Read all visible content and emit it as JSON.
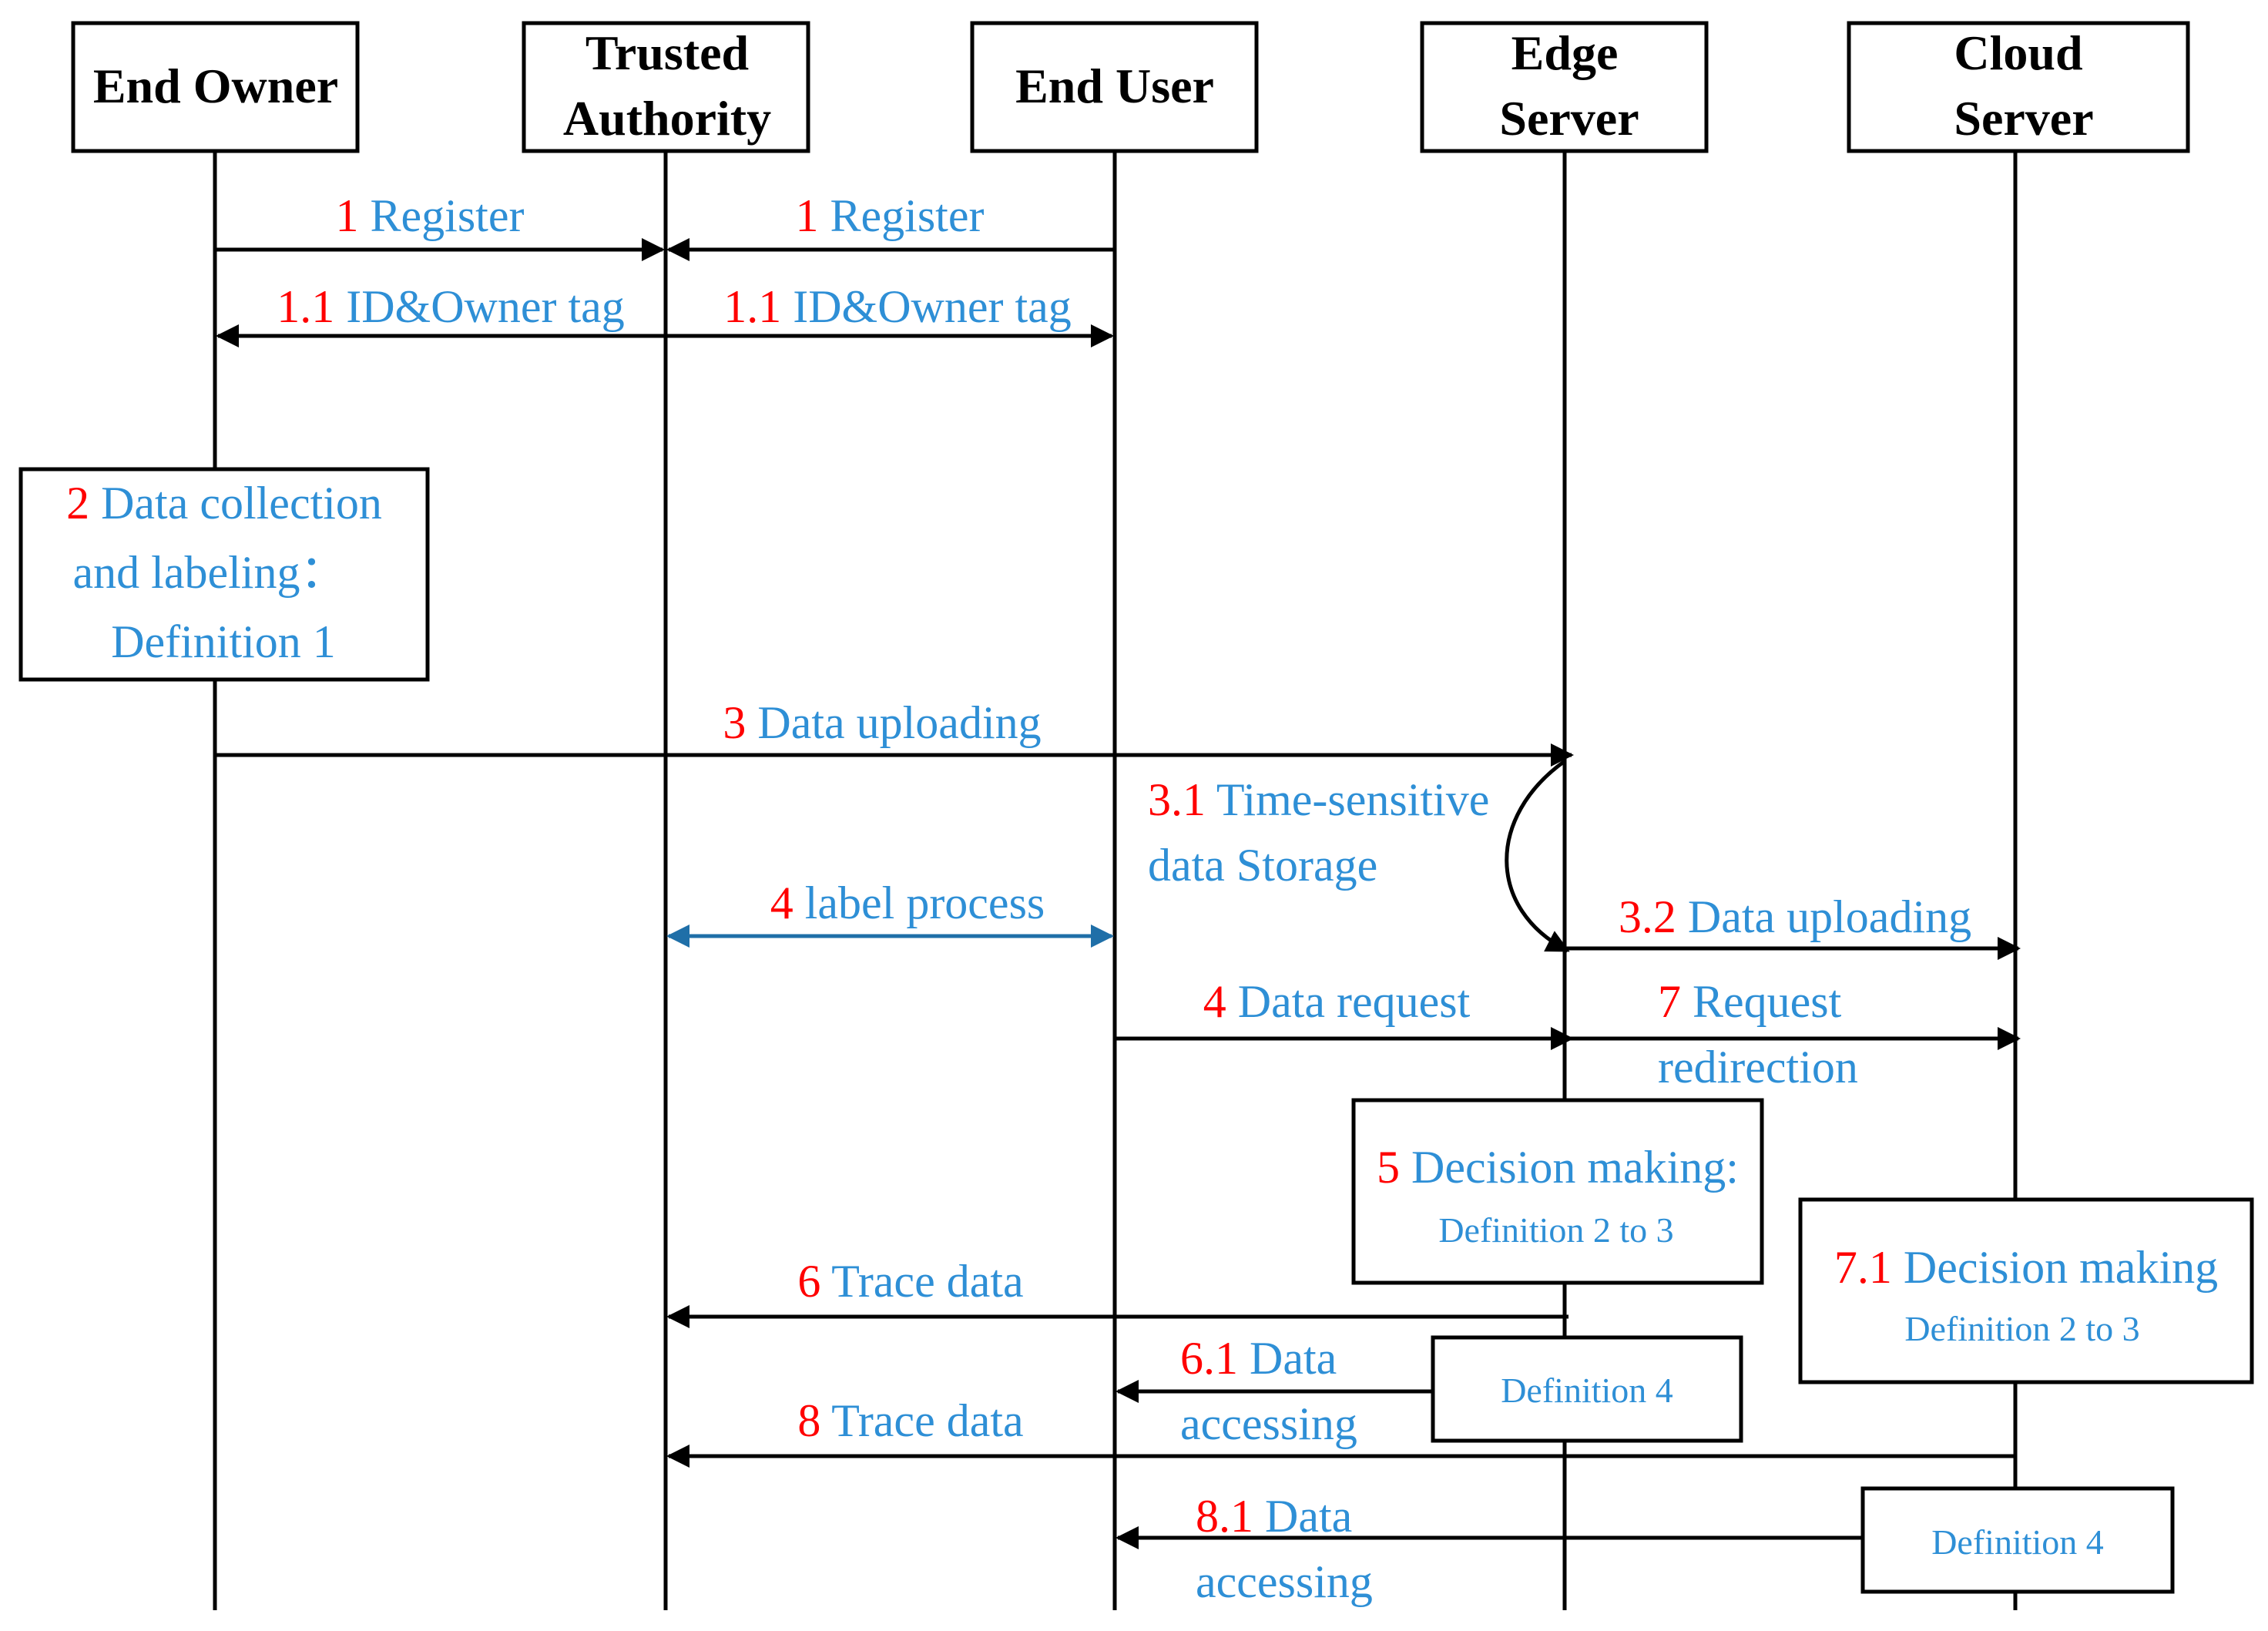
{
  "participants": [
    {
      "key": "end_owner",
      "lines": [
        "End Owner"
      ]
    },
    {
      "key": "trusted_authority",
      "lines": [
        "Trusted",
        "Authority"
      ]
    },
    {
      "key": "end_user",
      "lines": [
        "End User"
      ]
    },
    {
      "key": "edge_server",
      "lines": [
        "Edge",
        "Server"
      ]
    },
    {
      "key": "cloud_server",
      "lines": [
        "Cloud",
        "Server"
      ]
    }
  ],
  "messages": {
    "m1a": {
      "num": "1",
      "text": "Register"
    },
    "m1b": {
      "num": "1",
      "text": "Register"
    },
    "m11a": {
      "num": "1.1",
      "text": "ID&Owner tag"
    },
    "m11b": {
      "num": "1.1",
      "text": "ID&Owner tag"
    },
    "m3": {
      "num": "3",
      "text": "Data uploading"
    },
    "m31": {
      "num": "3.1",
      "text1": "Time-sensitive",
      "text2": "data Storage"
    },
    "m4a": {
      "num": "4",
      "text": "label process"
    },
    "m32": {
      "num": "3.2",
      "text": "Data uploading"
    },
    "m4b": {
      "num": "4",
      "text": "Data request"
    },
    "m7": {
      "num": "7",
      "text1": "Request",
      "text2": "redirection"
    },
    "m6": {
      "num": "6",
      "text": "Trace data"
    },
    "m61": {
      "num": "6.1",
      "text1": "Data",
      "text2": "accessing"
    },
    "m8": {
      "num": "8",
      "text": "Trace data"
    },
    "m81": {
      "num": "8.1",
      "text1": "Data",
      "text2": "accessing"
    }
  },
  "boxes": {
    "b2": {
      "num": "2",
      "line1": "Data collection",
      "line2": "and labeling：",
      "line3": "Definition 1"
    },
    "b5": {
      "num": "5",
      "line1": "Decision making:",
      "line2": "Definition 2 to 3"
    },
    "b71": {
      "num": "7.1",
      "line1": "Decision making",
      "line2": "Definition 2 to 3"
    },
    "b6d": {
      "line1": "Definition 4"
    },
    "b8d": {
      "line1": "Definition 4"
    }
  },
  "colors": {
    "step_number": "#ff0000",
    "label_text": "#2e8fd6",
    "lines": "#000000",
    "label_process_arrow": "#1f6fa8"
  }
}
